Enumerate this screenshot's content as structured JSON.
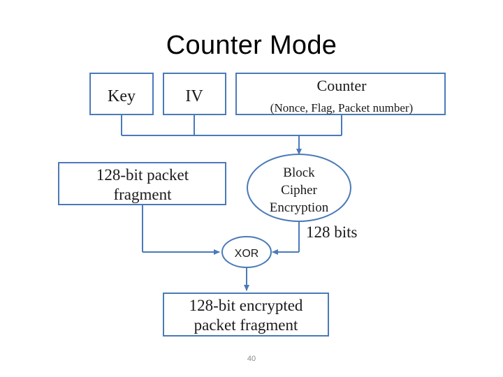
{
  "title": "Counter Mode",
  "boxes": {
    "key": "Key",
    "iv": "IV",
    "counter_title": "Counter",
    "counter_subtitle": "(Nonce, Flag, Packet number)",
    "fragment_line1": "128-bit packet",
    "fragment_line2": "fragment",
    "cipher_line1": "Block",
    "cipher_line2": "Cipher",
    "cipher_line3": "Encryption",
    "bits_label": "128 bits",
    "xor": "XOR",
    "output_line1": "128-bit encrypted",
    "output_line2": "packet fragment"
  },
  "colors": {
    "box_stroke": "#4a7ab8",
    "arrow": "#4a7ab8"
  },
  "page_number": "40"
}
